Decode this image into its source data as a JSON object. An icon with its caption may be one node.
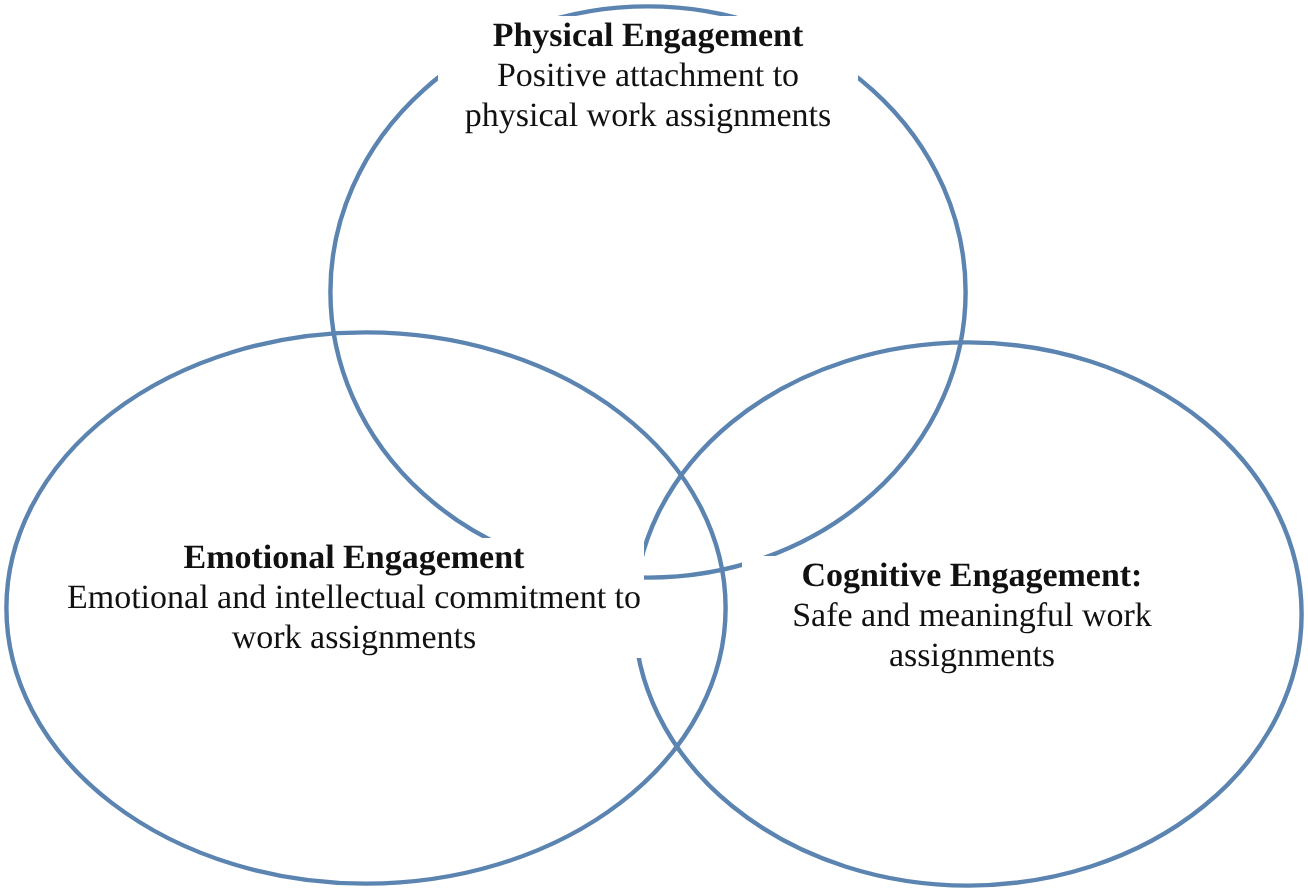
{
  "diagram": {
    "nodes": [
      {
        "text": [
          "Physical Engagement",
          "Positive attachment to physical work assignments"
        ]
      },
      {
        "text": [
          "Emotional Engagement",
          "Emotional and intellectual commitment to work assignments"
        ]
      },
      {
        "text": [
          "Cognitive Engagement:",
          "Safe and meaningful work assignments"
        ]
      }
    ],
    "edges": []
  }
}
